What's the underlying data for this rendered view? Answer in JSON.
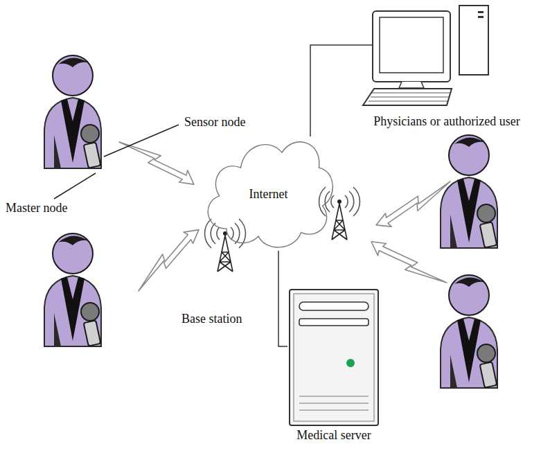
{
  "diagram": {
    "nodes": [
      {
        "text": [
          "Internet"
        ]
      },
      {
        "text": [
          "Physicians or authorized user"
        ]
      },
      {
        "text": [
          "Medical server"
        ]
      }
    ],
    "edges": [
      {
        "from": 1,
        "to": 0,
        "arrow": "none"
      },
      {
        "from": 2,
        "to": 0,
        "arrow": "none"
      }
    ],
    "labels": [
      "Sensor node",
      "Master node",
      "Base station"
    ]
  }
}
